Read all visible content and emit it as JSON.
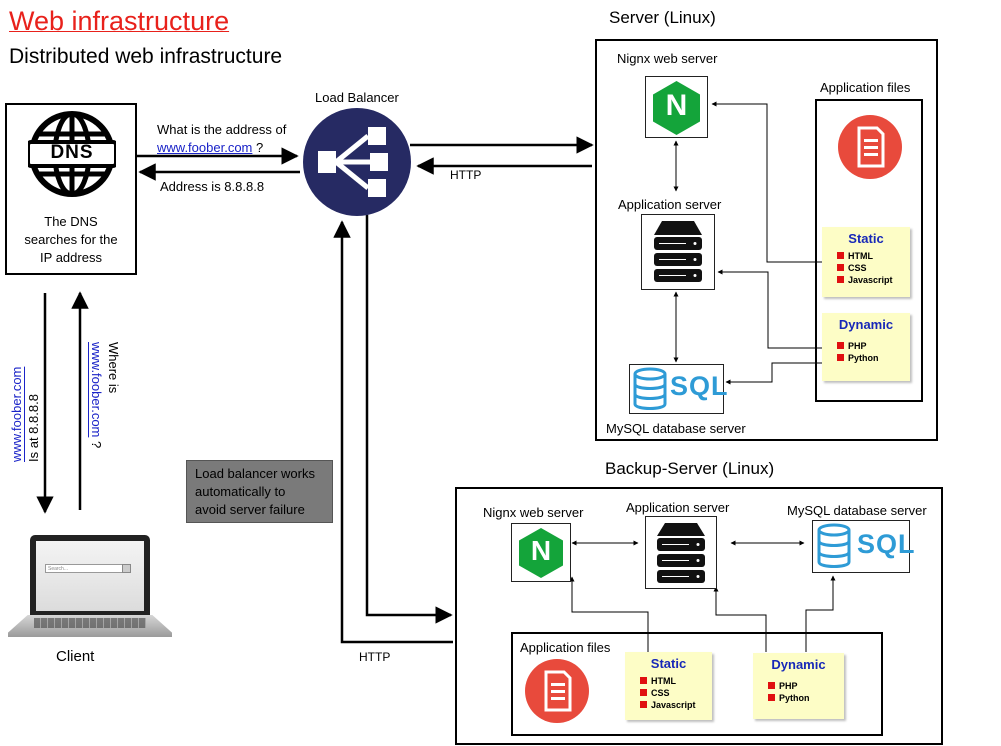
{
  "title": "Web infrastructure",
  "subtitle": "Distributed web infrastructure",
  "dns": {
    "icon_text": "DNS",
    "line1": "The DNS",
    "line2": "searches for the",
    "line3": "IP address"
  },
  "load_balancer": {
    "label": "Load Balancer"
  },
  "queries": {
    "question_prefix": "What is the address of",
    "question_link": "www.foober.com",
    "question_suffix": "?",
    "answer": "Address is 8.8.8.8"
  },
  "client": {
    "label": "Client",
    "search_placeholder": "Search...",
    "reply_link": "www.foober.com",
    "reply_text": "Is at 8.8.8.8",
    "ask_prefix": "Where is",
    "ask_link": "www.foober.com",
    "ask_suffix": "?"
  },
  "note": {
    "line1": "Load balancer works",
    "line2": "automatically to",
    "line3": "avoid server failure"
  },
  "http_labels": {
    "primary": "HTTP",
    "backup": "HTTP"
  },
  "server": {
    "title": "Server (Linux)",
    "nginx_label": "Nignx web server",
    "app_server_label": "Application server",
    "mysql_label": "MySQL database server",
    "app_files_label": "Application files",
    "sql_text": "SQL",
    "nginx_letter": "N",
    "static": {
      "head": "Static",
      "items": [
        "HTML",
        "CSS",
        "Javascript"
      ]
    },
    "dynamic": {
      "head": "Dynamic",
      "items": [
        "PHP",
        "Python"
      ]
    }
  },
  "backup": {
    "title": "Backup-Server (Linux)",
    "nginx_label": "Nignx web server",
    "app_server_label": "Application server",
    "mysql_label": "MySQL database server",
    "app_files_label": "Application files",
    "sql_text": "SQL",
    "nginx_letter": "N",
    "static": {
      "head": "Static",
      "items": [
        "HTML",
        "CSS",
        "Javascript"
      ]
    },
    "dynamic": {
      "head": "Dynamic",
      "items": [
        "PHP",
        "Python"
      ]
    }
  },
  "colors": {
    "title_red": "#e8211b",
    "link_blue": "#1a23c8",
    "lb_navy": "#262a63",
    "nginx_green": "#14a43a",
    "sql_blue": "#2e9bd6",
    "file_red": "#e84a3c",
    "sticky_yellow": "#fdfdc6"
  }
}
